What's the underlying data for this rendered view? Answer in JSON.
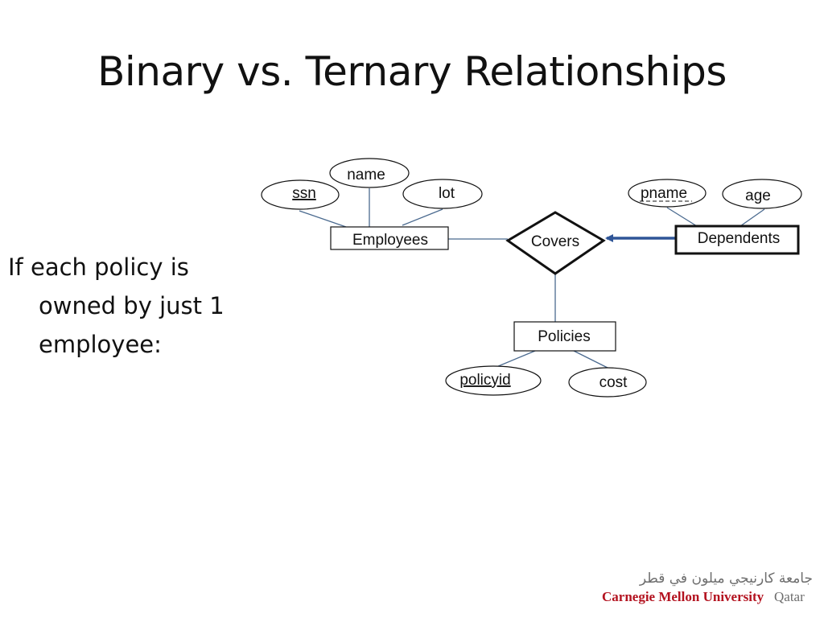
{
  "slide": {
    "title": "Binary vs. Ternary Relationships",
    "bullet_lines": [
      "If each policy is",
      "owned by just 1",
      "employee:"
    ]
  },
  "diagram": {
    "entities": {
      "employees": "Employees",
      "dependents": "Dependents",
      "policies": "Policies"
    },
    "relationship": "Covers",
    "attributes": {
      "ssn": "ssn",
      "name": "name",
      "lot": "lot",
      "pname": "pname",
      "age": "age",
      "policyid": "policyid",
      "cost": "cost"
    },
    "colors": {
      "connector": "#4a6a8f",
      "arrow": "#2f5597",
      "shape_stroke": "#111111"
    }
  },
  "logo": {
    "arabic": "جامعة كارنيجي ميلون في قطر",
    "english_name": "Carnegie Mellon University",
    "english_location": "Qatar",
    "colors": {
      "red": "#b3121f",
      "gray": "#6d6d6d"
    }
  }
}
